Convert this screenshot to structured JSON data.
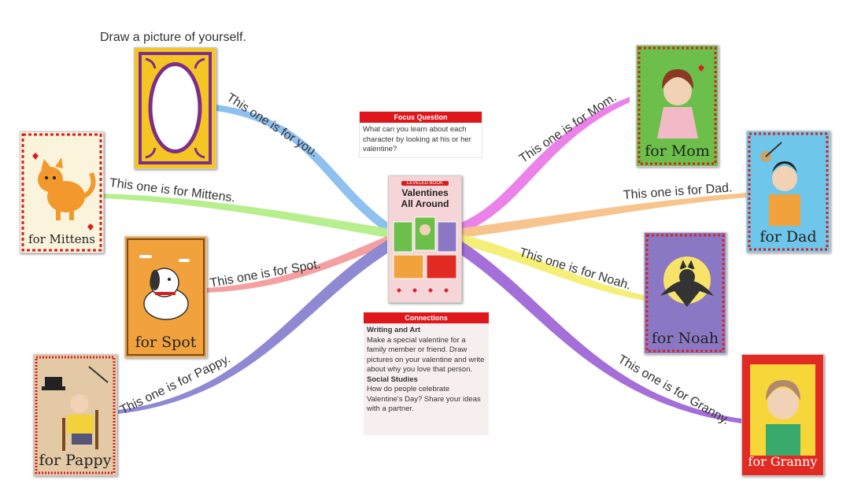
{
  "prompt": "Draw a picture of yourself.",
  "branches": [
    {
      "label": "This one is for you.",
      "color": "#8ec0f0"
    },
    {
      "label": "This one is for Mittens.",
      "color": "#b8ef8e"
    },
    {
      "label": "This one is for Spot.",
      "color": "#f5a0a0"
    },
    {
      "label": "This one is for Pappy.",
      "color": "#8f89d4"
    },
    {
      "label": "This one is for Mom.",
      "color": "#ea82ea"
    },
    {
      "label": "This one is for Dad.",
      "color": "#f8c48e"
    },
    {
      "label": "This one is for Noah.",
      "color": "#f5ef7a"
    },
    {
      "label": "This one is for Granny.",
      "color": "#a46fd8"
    }
  ],
  "cards": {
    "mittens": "for Mittens",
    "spot": "for Spot",
    "pappy": "for Pappy",
    "mom": "for Mom",
    "dad": "for Dad",
    "noah": "for Noah",
    "granny": "for Granny"
  },
  "book": {
    "series": "LEVELED BOOK",
    "title_line1": "Valentines",
    "title_line2": "All Around"
  },
  "focus": {
    "header": "Focus Question",
    "text": "What can you learn about each character by looking at his or her valentine?"
  },
  "connections": {
    "header": "Connections",
    "heading1": "Writing and Art",
    "text1": "Make a special valentine for a family member or friend. Draw pictures on your valentine and write about why you love that person.",
    "heading2": "Social Studies",
    "text2": "How do people celebrate Valentine's Day? Share your ideas with a partner."
  },
  "colors": {
    "card_red": "#d62020",
    "mom_green": "#6cbf4a",
    "dad_blue": "#6ec6ea",
    "noah_purple": "#8b78c4",
    "granny_red": "#e12a22",
    "spot_orange": "#f2a23c",
    "pappy_tan": "#e3c9a6",
    "mittens_cream": "#fbf4dc",
    "frame_gold": "#f5c623",
    "frame_purple": "#7d2f86"
  }
}
